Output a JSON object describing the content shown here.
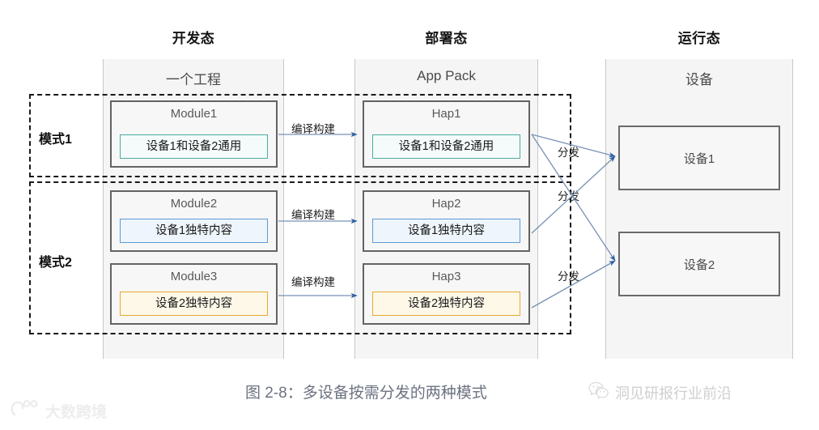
{
  "figure": {
    "caption": "图 2-8：多设备按需分发的两种模式"
  },
  "stages": [
    {
      "title": "开发态",
      "band_caption": "一个工程"
    },
    {
      "title": "部署态",
      "band_caption": "App Pack"
    },
    {
      "title": "运行态",
      "band_caption": "设备"
    }
  ],
  "modes": [
    {
      "label": "模式1"
    },
    {
      "label": "模式2"
    }
  ],
  "modules": [
    {
      "title": "Module1",
      "chip": "设备1和设备2通用",
      "chip_color": "#4aada0"
    },
    {
      "title": "Module2",
      "chip": "设备1独特内容",
      "chip_color": "#5b9bd5"
    },
    {
      "title": "Module3",
      "chip": "设备2独特内容",
      "chip_color": "#e8a92e"
    }
  ],
  "haps": [
    {
      "title": "Hap1",
      "chip": "设备1和设备2通用",
      "chip_color": "#4aada0"
    },
    {
      "title": "Hap2",
      "chip": "设备1独特内容",
      "chip_color": "#5b9bd5"
    },
    {
      "title": "Hap3",
      "chip": "设备2独特内容",
      "chip_color": "#e8a92e"
    }
  ],
  "devices": [
    {
      "label": "设备1"
    },
    {
      "label": "设备2"
    }
  ],
  "build_labels": [
    {
      "text": "编译构建"
    },
    {
      "text": "编译构建"
    },
    {
      "text": "编译构建"
    }
  ],
  "distribute_labels": [
    {
      "text": "分发"
    },
    {
      "text": "分发"
    },
    {
      "text": "分发"
    }
  ],
  "watermarks": {
    "left": "大数跨境",
    "right": "洞见研报行业前沿"
  },
  "colors": {
    "band_fill": "#f5f5f5",
    "unit_border": "#636363",
    "arrow": "#7792b5",
    "arrow_head": "#2e5fa3",
    "caption_text": "#6b7280"
  }
}
